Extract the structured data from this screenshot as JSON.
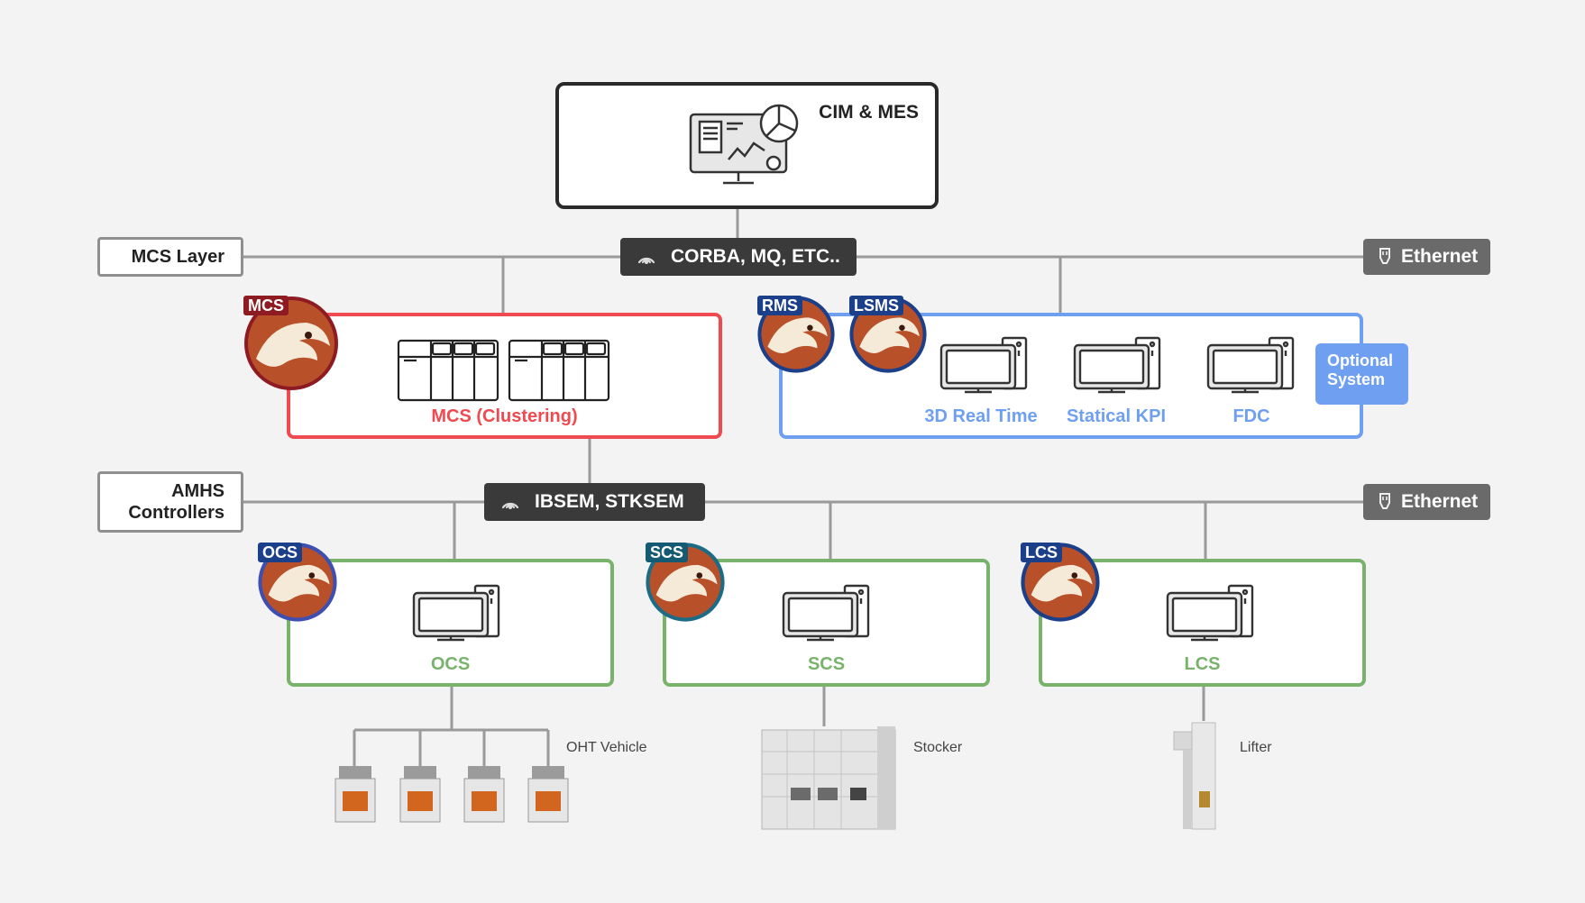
{
  "top": {
    "title": "CIM & MES"
  },
  "layers": {
    "mcs": {
      "label": "MCS Layer",
      "protocol": "CORBA, MQ, ETC..",
      "network": "Ethernet"
    },
    "amhs": {
      "label_line1": "AMHS",
      "label_line2": "Controllers",
      "protocol": "IBSEM, STKSEM",
      "network": "Ethernet"
    }
  },
  "mcs_box": {
    "badge": "MCS",
    "caption": "MCS (Clustering)"
  },
  "optional_box": {
    "badges": [
      "RMS",
      "LSMS"
    ],
    "items": [
      "3D Real Time",
      "Statical KPI",
      "FDC"
    ],
    "tag_line1": "Optional",
    "tag_line2": "System"
  },
  "controllers": [
    {
      "badge": "OCS",
      "caption": "OCS",
      "equipment": "OHT Vehicle"
    },
    {
      "badge": "SCS",
      "caption": "SCS",
      "equipment": "Stocker"
    },
    {
      "badge": "LCS",
      "caption": "LCS",
      "equipment": "Lifter"
    }
  ],
  "colors": {
    "mcs_red": "#ee4a4f",
    "optional_blue": "#6f9ff0",
    "controller_green": "#79b36b",
    "badge_navy": "#1c3f8a",
    "badge_teal": "#155a73",
    "badge_maroon": "#8e1b22"
  },
  "icons": [
    "monitor-chart-icon",
    "server-rack-icon",
    "computer-icon",
    "signal-icon",
    "ethernet-plug-icon",
    "falcon-logo-icon"
  ]
}
